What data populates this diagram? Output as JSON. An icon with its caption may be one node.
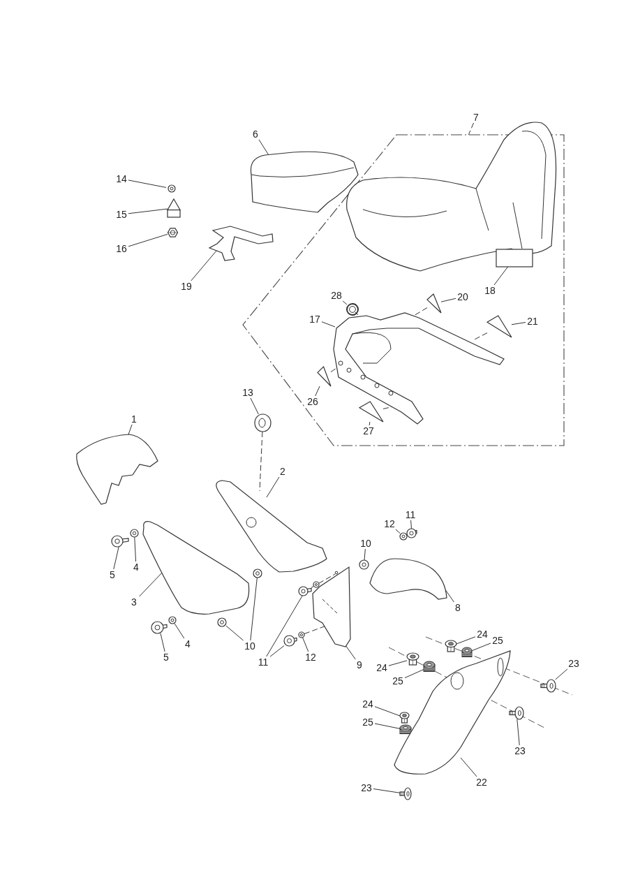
{
  "diagram": {
    "nodes": [
      {
        "text": [
          "7"
        ]
      },
      {
        "text": [],
        "shape": "box"
      },
      {
        "text": [
          "6"
        ]
      },
      {
        "text": [],
        "shape": "picture"
      },
      {
        "text": [
          "14"
        ]
      },
      {
        "text": [],
        "shape": "picture"
      },
      {
        "text": [
          "15"
        ]
      },
      {
        "text": [],
        "shape": "picture"
      },
      {
        "text": [
          "16"
        ]
      },
      {
        "text": [],
        "shape": "picture"
      },
      {
        "text": [
          "19"
        ]
      },
      {
        "text": [],
        "shape": "picture"
      },
      {
        "text": [
          "18"
        ],
        "in": 1
      },
      {
        "text": [],
        "shape": "box",
        "in": 1
      },
      {
        "text": [
          "28"
        ],
        "in": 1
      },
      {
        "text": [],
        "shape": "picture",
        "in": 1
      },
      {
        "text": [
          "20"
        ],
        "in": 1
      },
      {
        "text": [],
        "shape": "picture",
        "in": 1
      },
      {
        "text": [
          "17"
        ],
        "in": 1
      },
      {
        "text": [],
        "shape": "picture",
        "in": 1
      },
      {
        "text": [
          "21"
        ],
        "in": 1
      },
      {
        "text": [],
        "shape": "picture",
        "in": 1
      },
      {
        "text": [
          "13"
        ]
      },
      {
        "text": [],
        "shape": "picture"
      },
      {
        "text": [
          "26"
        ],
        "in": 1
      },
      {
        "text": [],
        "shape": "picture",
        "in": 1
      },
      {
        "text": [
          "1"
        ]
      },
      {
        "text": [],
        "shape": "picture"
      },
      {
        "text": [
          "27"
        ],
        "in": 1
      },
      {
        "text": [],
        "shape": "picture",
        "in": 1
      },
      {
        "text": [
          "2"
        ]
      },
      {
        "text": [],
        "shape": "picture"
      },
      {
        "text": [
          "12"
        ]
      },
      {
        "text": [],
        "shape": "picture"
      },
      {
        "text": [
          "11"
        ]
      },
      {
        "text": [],
        "shape": "picture"
      },
      {
        "text": [
          "10"
        ]
      },
      {
        "text": [],
        "shape": "picture"
      },
      {
        "text": [
          "4"
        ]
      },
      {
        "text": [],
        "shape": "picture"
      },
      {
        "text": [
          "5"
        ]
      },
      {
        "text": [],
        "shape": "picture"
      },
      {
        "text": [
          "3"
        ]
      },
      {
        "text": [],
        "shape": "picture"
      },
      {
        "text": [
          "8"
        ]
      },
      {
        "text": [],
        "shape": "picture"
      },
      {
        "text": [
          "24"
        ]
      },
      {
        "text": [],
        "shape": "picture"
      },
      {
        "text": [
          "25"
        ]
      },
      {
        "text": [],
        "shape": "picture"
      },
      {
        "text": [
          "23"
        ]
      },
      {
        "text": [],
        "shape": "picture"
      },
      {
        "text": [
          "24"
        ]
      },
      {
        "text": [],
        "shape": "picture"
      },
      {
        "text": [
          "25"
        ]
      },
      {
        "text": [],
        "shape": "picture"
      },
      {
        "text": [],
        "shape": "picture"
      },
      {
        "text": [],
        "shape": "picture"
      },
      {
        "text": [
          "10"
        ]
      },
      {
        "text": [],
        "shape": "picture"
      },
      {
        "text": [
          "4"
        ]
      },
      {
        "text": [],
        "shape": "picture"
      },
      {
        "text": [
          "5"
        ]
      },
      {
        "text": [],
        "shape": "picture"
      },
      {
        "text": [],
        "shape": "picture"
      },
      {
        "text": [
          "11"
        ]
      },
      {
        "text": [],
        "shape": "picture"
      },
      {
        "text": [
          "12"
        ]
      },
      {
        "text": [],
        "shape": "picture"
      },
      {
        "text": [
          "9"
        ]
      },
      {
        "text": [
          "24"
        ]
      },
      {
        "text": [],
        "shape": "picture"
      },
      {
        "text": [
          "25"
        ]
      },
      {
        "text": [],
        "shape": "picture"
      },
      {
        "text": [],
        "shape": "picture"
      },
      {
        "text": [
          "23"
        ]
      },
      {
        "text": [],
        "shape": "picture"
      },
      {
        "text": [
          "22"
        ]
      },
      {
        "text": [
          "23"
        ]
      },
      {
        "text": [],
        "shape": "picture"
      }
    ],
    "edges": [
      {
        "from": 0,
        "to": 1,
        "arrow": "none",
        "style": "dashed"
      },
      {
        "from": 2,
        "to": 3,
        "arrow": "none"
      },
      {
        "from": 4,
        "to": 5,
        "arrow": "none"
      },
      {
        "from": 6,
        "to": 7,
        "arrow": "none"
      },
      {
        "from": 8,
        "to": 9,
        "arrow": "none"
      },
      {
        "from": 10,
        "to": 11,
        "arrow": "none"
      },
      {
        "from": 12,
        "to": 13,
        "arrow": "none"
      },
      {
        "from": 14,
        "to": 15,
        "arrow": "none"
      },
      {
        "from": 16,
        "to": 17,
        "arrow": "none"
      },
      {
        "from": 18,
        "to": 19,
        "arrow": "none"
      },
      {
        "from": 20,
        "to": 21,
        "arrow": "none"
      },
      {
        "from": 17,
        "to": 19,
        "arrow": "none",
        "style": "dashed"
      },
      {
        "from": 21,
        "to": 19,
        "arrow": "none",
        "style": "dashed"
      },
      {
        "from": 22,
        "to": 23,
        "arrow": "none"
      },
      {
        "from": 23,
        "to": 31,
        "arrow": "none",
        "style": "dashed"
      },
      {
        "from": 24,
        "to": 25,
        "arrow": "none"
      },
      {
        "from": 25,
        "to": 19,
        "arrow": "none",
        "style": "dashed"
      },
      {
        "from": 26,
        "to": 27,
        "arrow": "none"
      },
      {
        "from": 28,
        "to": 29,
        "arrow": "none"
      },
      {
        "from": 29,
        "to": 19,
        "arrow": "none",
        "style": "dashed"
      },
      {
        "from": 30,
        "to": 31,
        "arrow": "none"
      },
      {
        "from": 32,
        "to": 33,
        "arrow": "none"
      },
      {
        "from": 34,
        "to": 35,
        "arrow": "none"
      },
      {
        "from": 36,
        "to": 37,
        "arrow": "none"
      },
      {
        "from": 38,
        "to": 39,
        "arrow": "none"
      },
      {
        "from": 40,
        "to": 41,
        "arrow": "none"
      },
      {
        "from": 42,
        "to": 43,
        "arrow": "none"
      },
      {
        "from": 44,
        "to": 45,
        "arrow": "none"
      },
      {
        "from": 46,
        "to": 47,
        "arrow": "none"
      },
      {
        "from": 48,
        "to": 49,
        "arrow": "none"
      },
      {
        "from": 50,
        "to": 51,
        "arrow": "none"
      },
      {
        "from": 52,
        "to": 53,
        "arrow": "none"
      },
      {
        "from": 54,
        "to": 55,
        "arrow": "none"
      },
      {
        "from": 58,
        "to": 56,
        "arrow": "none"
      },
      {
        "from": 58,
        "to": 57,
        "arrow": "none"
      },
      {
        "from": 60,
        "to": 59,
        "arrow": "none"
      },
      {
        "from": 62,
        "to": 61,
        "arrow": "none"
      },
      {
        "from": 65,
        "to": 63,
        "arrow": "none"
      },
      {
        "from": 65,
        "to": 64,
        "arrow": "none"
      },
      {
        "from": 67,
        "to": 66,
        "arrow": "none"
      },
      {
        "from": 69,
        "to": 68,
        "arrow": "none"
      },
      {
        "from": 63,
        "to": 68,
        "arrow": "none",
        "style": "dashed"
      },
      {
        "from": 66,
        "to": 68,
        "arrow": "none",
        "style": "dashed"
      },
      {
        "from": 70,
        "to": 71,
        "arrow": "none"
      },
      {
        "from": 72,
        "to": 73,
        "arrow": "none"
      },
      {
        "from": 75,
        "to": 74,
        "arrow": "none"
      },
      {
        "from": 77,
        "to": 76,
        "arrow": "none"
      },
      {
        "from": 78,
        "to": 79,
        "arrow": "none"
      }
    ]
  }
}
